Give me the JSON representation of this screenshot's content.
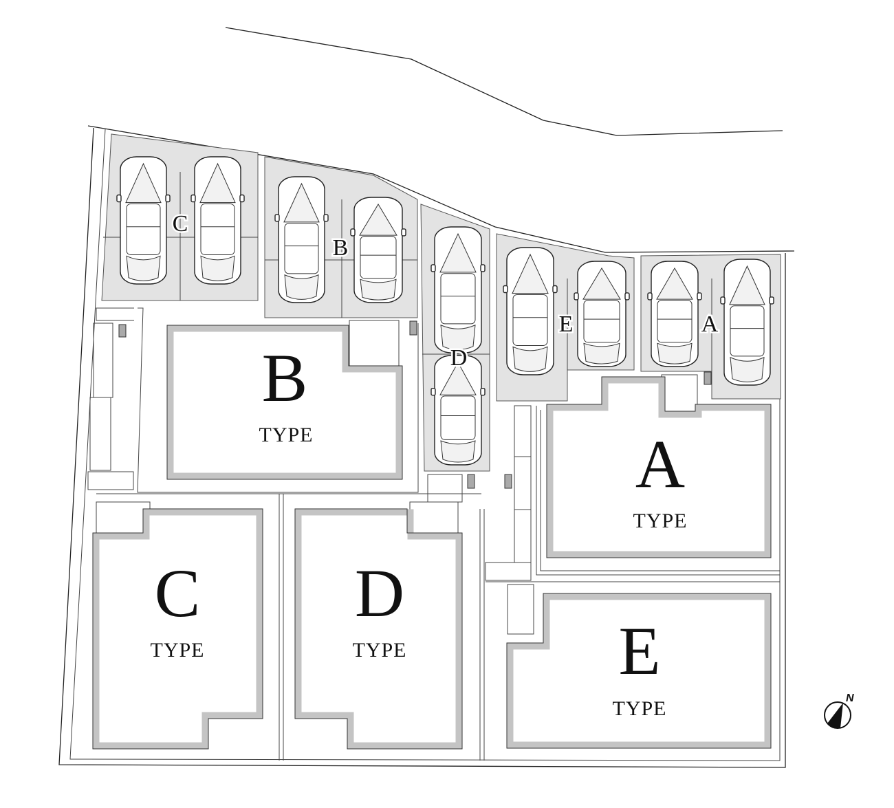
{
  "lots": [
    {
      "id": "A",
      "letter": "A",
      "type_label": "TYPE"
    },
    {
      "id": "B",
      "letter": "B",
      "type_label": "TYPE"
    },
    {
      "id": "C",
      "letter": "C",
      "type_label": "TYPE"
    },
    {
      "id": "D",
      "letter": "D",
      "type_label": "TYPE"
    },
    {
      "id": "E",
      "letter": "E",
      "type_label": "TYPE"
    }
  ],
  "parking_labels": {
    "A": "A",
    "B": "B",
    "C": "C",
    "D": "D",
    "E": "E"
  },
  "compass": {
    "label": "N"
  },
  "colors": {
    "parking": "#e3e3e3",
    "house_outline": "#c4c4c4"
  }
}
